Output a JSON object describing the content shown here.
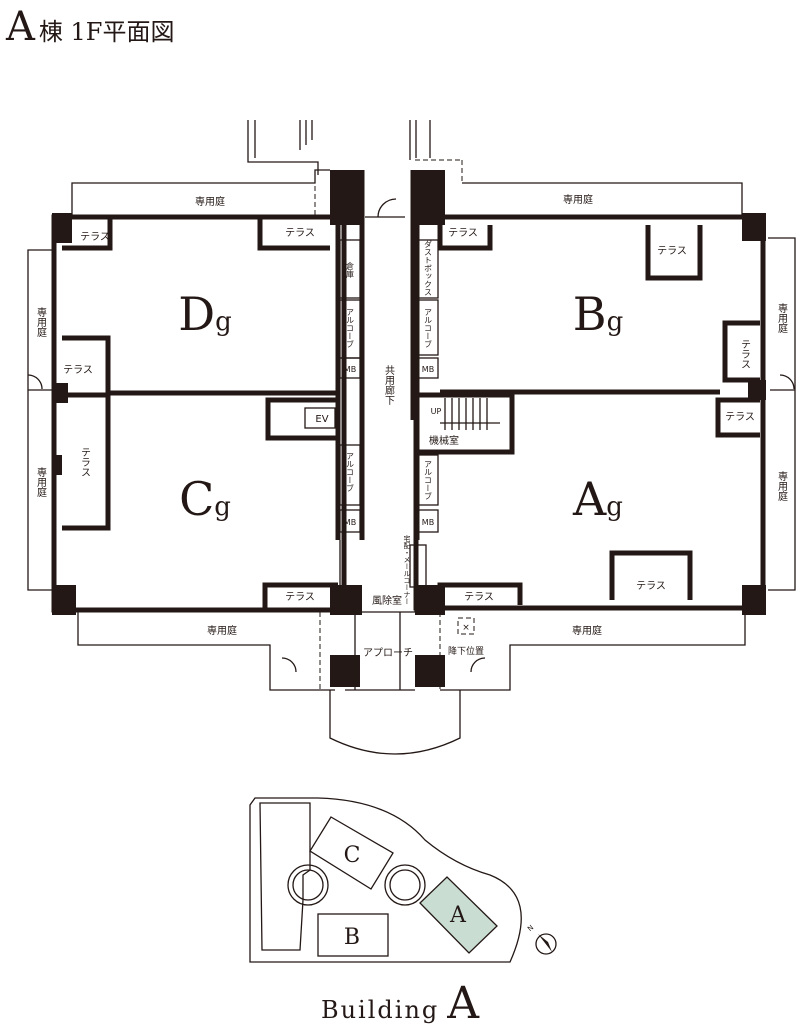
{
  "title": {
    "letter": "A",
    "rest": "棟 1F平面図"
  },
  "units": [
    {
      "name": "D",
      "suffix": "g"
    },
    {
      "name": "B",
      "suffix": "g"
    },
    {
      "name": "C",
      "suffix": "g"
    },
    {
      "name": "A",
      "suffix": "g"
    }
  ],
  "labels": {
    "private_garden": "専用庭",
    "terrace": "テラス",
    "storage": "倉庫",
    "dust_box": "ダストボックス",
    "alcove": "アルコーブ",
    "mb": "MB",
    "corridor": "共用廊下",
    "ev": "EV",
    "up": "UP",
    "machine_room": "機械室",
    "delivery_mail": "宅配・メールコーナー",
    "windbreak_room": "風除室",
    "approach": "アプローチ",
    "descent_position": "降下位置",
    "descent_mark": "×"
  },
  "site_map": {
    "buildings": [
      "A",
      "B",
      "C"
    ],
    "highlight": "A",
    "highlight_color": "#c9ddd2",
    "compass_label": "N"
  },
  "footer": {
    "word": "Building",
    "letter": "A"
  }
}
